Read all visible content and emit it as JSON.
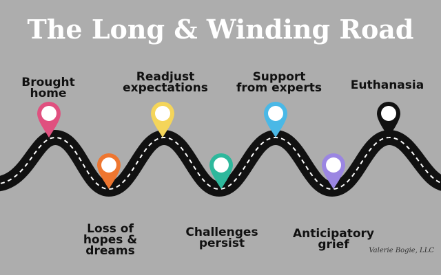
{
  "title": "The Long & Winding Road",
  "credit": "Valerie Bogie, LLC",
  "colors": {
    "background": "#adadad",
    "road": "#111111",
    "road_dash": "#ffffff"
  },
  "milestones": [
    {
      "label": "Brought\nhome",
      "color": "#e0507f",
      "position": "above"
    },
    {
      "label": "Loss of\nhopes &\ndreams",
      "color": "#ee7630",
      "position": "below"
    },
    {
      "label": "Readjust\nexpectations",
      "color": "#f4d55a",
      "position": "above"
    },
    {
      "label": "Challenges\npersist",
      "color": "#2eb89c",
      "position": "below"
    },
    {
      "label": "Support\nfrom experts",
      "color": "#4ab8e6",
      "position": "above"
    },
    {
      "label": "Anticipatory\ngrief",
      "color": "#9b86e2",
      "position": "below"
    },
    {
      "label": "Euthanasia",
      "color": "#111111",
      "position": "above"
    }
  ]
}
